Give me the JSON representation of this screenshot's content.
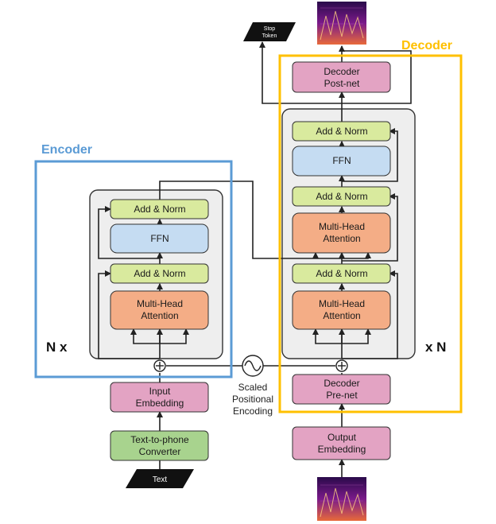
{
  "encoder": {
    "title": "Encoder",
    "repeat_label": "N x",
    "add_norm_top": "Add & Norm",
    "ffn": "FFN",
    "add_norm_bottom": "Add & Norm",
    "mha_line1": "Multi-Head",
    "mha_line2": "Attention",
    "input_emb_line1": "Input",
    "input_emb_line2": "Embedding",
    "converter_line1": "Text-to-phone",
    "converter_line2": "Converter",
    "text_input": "Text"
  },
  "decoder": {
    "title": "Decoder",
    "repeat_label": "x N",
    "postnet_line1": "Decoder",
    "postnet_line2": "Post-net",
    "add_norm_top": "Add & Norm",
    "ffn": "FFN",
    "add_norm_mid": "Add & Norm",
    "mha_top_line1": "Multi-Head",
    "mha_top_line2": "Attention",
    "add_norm_bottom": "Add & Norm",
    "mha_bottom_line1": "Multi-Head",
    "mha_bottom_line2": "Attention",
    "prenet_line1": "Decoder",
    "prenet_line2": "Pre-net",
    "output_emb_line1": "Output",
    "output_emb_line2": "Embedding",
    "stop_token_line1": "Stop",
    "stop_token_line2": "Token"
  },
  "positional_encoding": {
    "line1": "Scaled",
    "line2": "Positional",
    "line3": "Encoding"
  },
  "colors": {
    "encoder_frame": "#5b9bd5",
    "decoder_frame": "#ffc000",
    "add_norm": "#d9ea9e",
    "ffn": "#c5dcf2",
    "attention": "#f4ad86",
    "embedding": "#e3a3c3",
    "converter": "#a8d38e",
    "stack_bg": "#eeeeee"
  }
}
